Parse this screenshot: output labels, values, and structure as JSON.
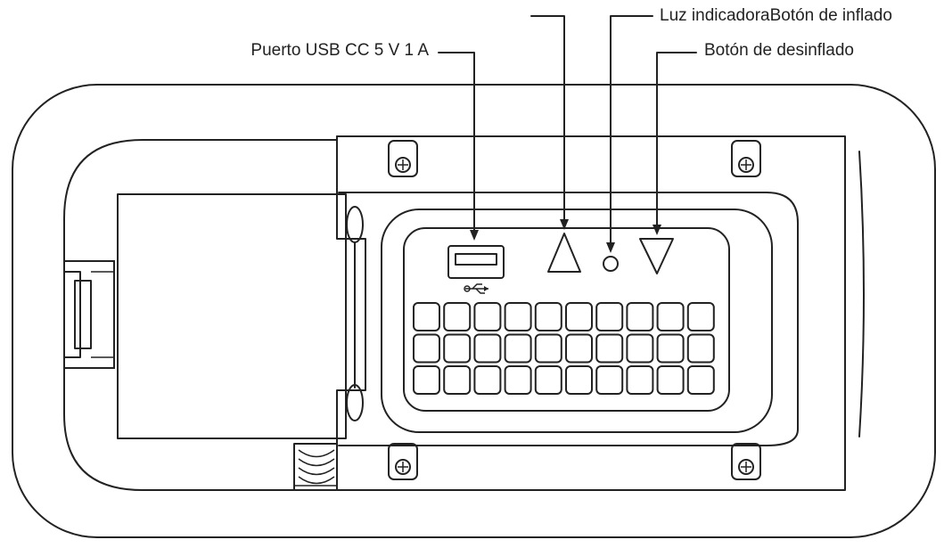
{
  "labels": {
    "usb_port": "Puerto USB CC 5 V 1 A",
    "indicator_inflate": "Luz indicadoraBotón de inflado",
    "deflate_button": "Botón de desinflado"
  },
  "icons": {
    "usb_symbol": "usb-icon",
    "inflate": "triangle-up-icon",
    "indicator": "circle-icon",
    "deflate": "triangle-down-icon"
  },
  "colors": {
    "line": "#222222",
    "background": "#ffffff"
  },
  "vent_grid": {
    "rows": 3,
    "columns": 10
  }
}
